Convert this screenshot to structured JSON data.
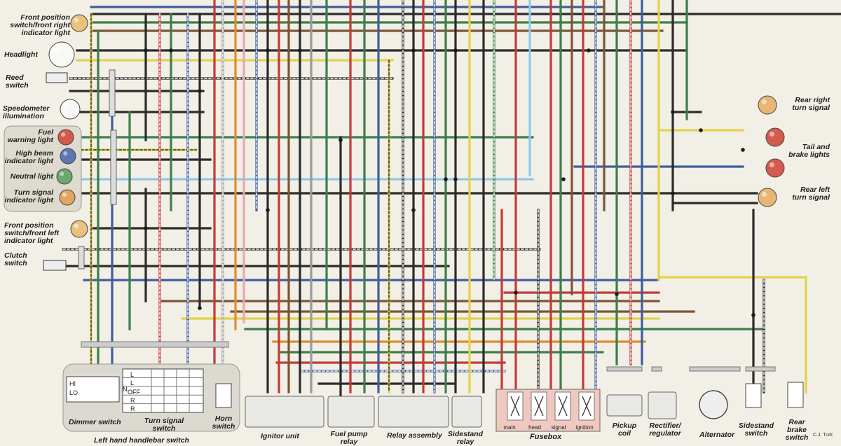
{
  "components_left": {
    "front_position_right": "Front position\nswitch/front right\nindicator light",
    "headlight": "Headlight",
    "reed_switch": "Reed\nswitch",
    "speedometer_illumination": "Speedometer\nillumination",
    "fuel_warning": "Fuel\nwarning light",
    "high_beam": "High beam\nindicator light",
    "neutral": "Neutral light",
    "turn_indicator": "Turn signal\nindicator light",
    "front_position_left": "Front position\nswitch/front left\nindicator light",
    "clutch_switch": "Clutch\nswitch"
  },
  "components_right": {
    "rear_right": "Rear right\nturn signal",
    "tail_brake": "Tail and\nbrake lights",
    "rear_left": "Rear left\nturn signal"
  },
  "components_bottom": {
    "dimmer_switch": "Dimmer switch",
    "turn_signal_switch": "Turn signal\nswitch",
    "horn_switch": "Horn\nswitch",
    "left_handlebar": "Left hand handlebar switch",
    "ignitor": "Ignitor unit",
    "fuel_pump_relay": "Fuel pump\nrelay",
    "relay_assembly": "Relay assembly",
    "sidestand_relay": "Sidestand\nrelay",
    "fusebox": "Fusebox",
    "pickup_coil": "Pickup\ncoil",
    "rectifier": "Rectifier/\nregulator",
    "alternator": "Alternator",
    "sidestand_switch": "Sidestand\nswitch",
    "rear_brake_switch": "Rear\nbrake\nswitch"
  },
  "dimmer_positions": {
    "hi": "HI",
    "lo": "LO"
  },
  "turn_positions": {
    "l1": "L",
    "l2": "L",
    "n": "N",
    "off": "OFF",
    "r1": "R",
    "r2": "R"
  },
  "fuses": {
    "main": "main",
    "head": "head",
    "signal": "signal",
    "ignition": "ignition"
  },
  "credit": "C.J. Turk"
}
